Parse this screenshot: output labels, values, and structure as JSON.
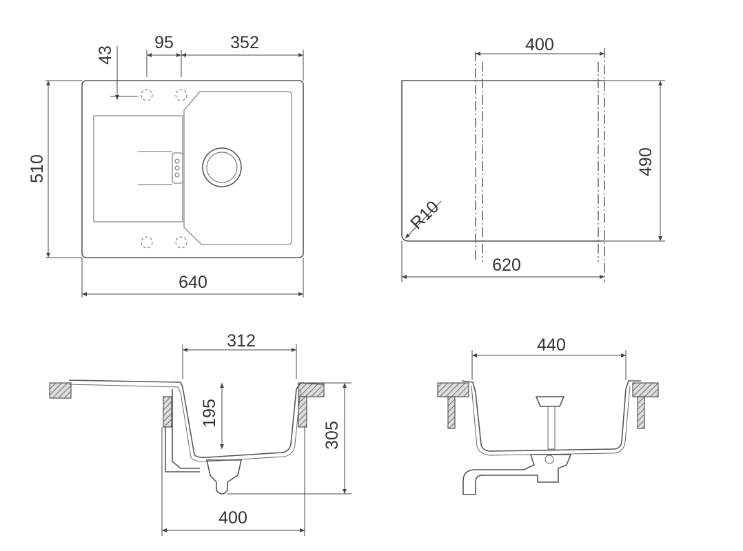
{
  "title_views": [
    "top-view",
    "cutout-view",
    "bowl-section",
    "side-section"
  ],
  "dimensions": {
    "top_view": {
      "tap_offset": "43",
      "tap_spacing": "95",
      "bowl_width_top": "352",
      "depth": "510",
      "width": "640"
    },
    "cutout": {
      "width_inner": "400",
      "depth": "490",
      "radius": "R10",
      "width": "620"
    },
    "section_front": {
      "bowl_width": "312",
      "bowl_depth": "195",
      "total_depth": "305",
      "cabinet": "400"
    },
    "section_side": {
      "width": "440"
    }
  },
  "colors": {
    "line": "#555555",
    "text": "#333333"
  }
}
